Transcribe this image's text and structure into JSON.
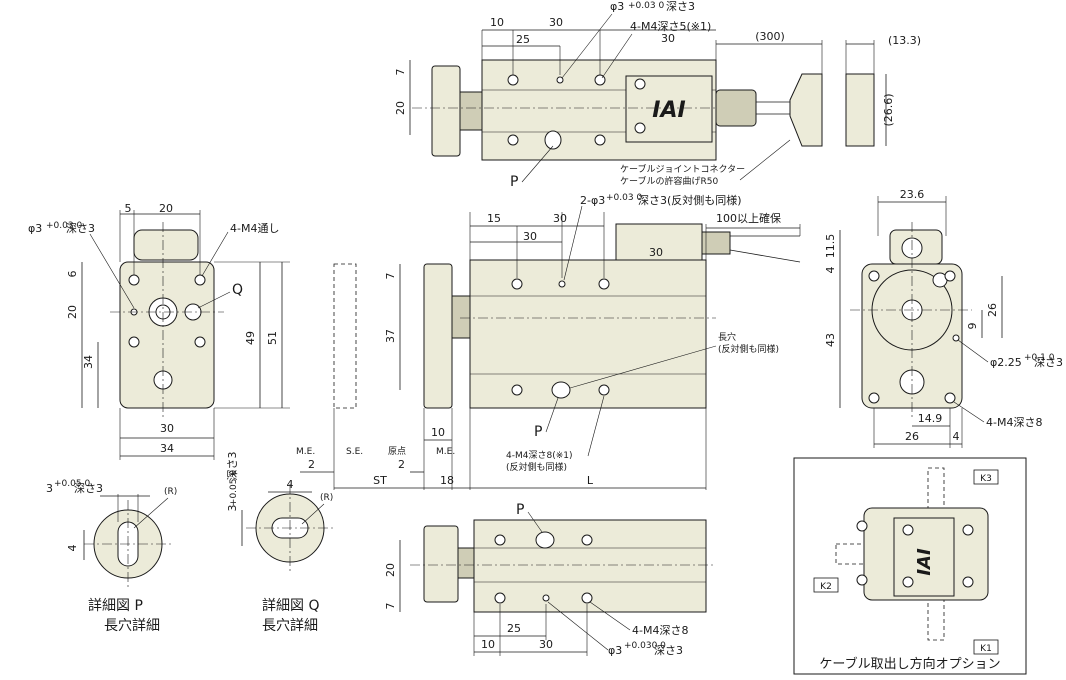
{
  "top_view": {
    "dims": {
      "d10": "10",
      "d25": "25",
      "d30": "30",
      "d30b": "30",
      "d7": "7",
      "d20": "20",
      "d300": "(300)",
      "d13_3": "(13.3)",
      "d26_6": "(26.6)"
    },
    "callout_phi3": "φ3",
    "callout_phi3_tol": "+0.03 0",
    "callout_phi3_depth": "深さ3",
    "callout_m4": "4-M4深さ5(※1)",
    "label_p": "P",
    "logo": "IAI",
    "cable_note_1": "ケーブルジョイントコネクター",
    "cable_note_2": "ケーブルの許容曲げR50"
  },
  "side_view": {
    "dims": {
      "d15": "15",
      "d30": "30",
      "d30b": "30",
      "d30c": "30",
      "d7": "7",
      "d37": "37",
      "d10": "10",
      "d18": "18",
      "d2a": "2",
      "d2b": "2",
      "st": "ST",
      "l": "L"
    },
    "callout_phi3": "2-φ3",
    "callout_phi3_tol": "+0.03 0",
    "callout_phi3_depth": "深さ3(反対側も同様)",
    "callout_100": "100以上確保",
    "slot_note_1": "長穴",
    "slot_note_2": "(反対側も同様)",
    "m4_note_1": "4-M4深さ8(※1)",
    "m4_note_2": "(反対側も同様)",
    "label_p": "P",
    "me1": "M.E.",
    "se": "S.E.",
    "origin": "原点",
    "me2": "M.E."
  },
  "front_view": {
    "dims": {
      "d5": "5",
      "d20": "20",
      "d6": "6",
      "d20b": "20",
      "d34": "34",
      "d49": "49",
      "d51": "51",
      "d30": "30",
      "d34b": "34"
    },
    "callout_phi3": "φ3",
    "callout_phi3_tol": "+0.03 0",
    "callout_phi3_depth": "深さ3",
    "callout_m4": "4-M4通し",
    "label_q": "Q"
  },
  "end_view": {
    "dims": {
      "d23_6": "23.6",
      "d11_5": "11.5",
      "d4": "4",
      "d43": "43",
      "d26": "26",
      "d9": "9",
      "d14_9": "14.9",
      "d26b": "26",
      "d4b": "4"
    },
    "callout_phi2": "φ2.25",
    "callout_phi2_tol": "+0.1 0",
    "callout_phi2_depth": "深さ3",
    "callout_m4": "4-M4深さ8"
  },
  "bottom_view": {
    "dims": {
      "d20": "20",
      "d7": "7",
      "d25": "25",
      "d10": "10",
      "d30": "30"
    },
    "label_p": "P",
    "callout_m4": "4-M4深さ8",
    "callout_phi3": "φ3",
    "callout_phi3_tol": "+0.030 0",
    "callout_phi3_depth": "深さ3"
  },
  "detail_p": {
    "dim_width": "3",
    "dim_width_tol": "+0.05 0",
    "dim_depth": "深さ3",
    "dim_len": "4",
    "r": "(R)",
    "title_1": "詳細図 P",
    "title_2": "長穴詳細"
  },
  "detail_q": {
    "dim_width": "3",
    "dim_width_tol": "+0.05 0",
    "dim_depth": "深さ3",
    "dim_len": "4",
    "r": "(R)",
    "title_1": "詳細図 Q",
    "title_2": "長穴詳細"
  },
  "cable_option": {
    "k1": "K1",
    "k2": "K2",
    "k3": "K3",
    "logo": "IAI",
    "caption": "ケーブル取出し方向オプション"
  }
}
